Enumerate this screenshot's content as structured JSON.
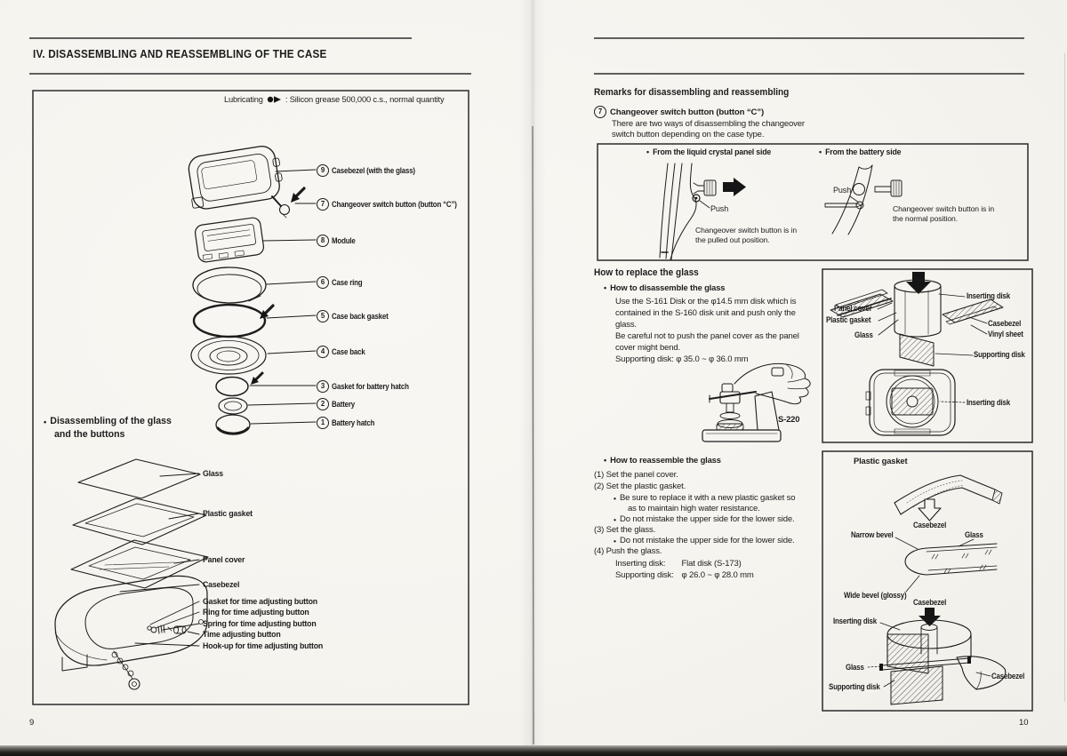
{
  "glyphs": {
    "bullet": "•"
  },
  "left_page": {
    "page_number": "9",
    "title": "IV. DISASSEMBLING AND REASSEMBLING OF THE CASE",
    "lubricating_label": "Lubricating",
    "lubricating_text": ":  Silicon grease 500,000 c.s., normal quantity",
    "exploded_parts": [
      {
        "num": "9",
        "label": "Casebezel (with the glass)"
      },
      {
        "num": "7",
        "label": "Changeover switch button (button “C”)"
      },
      {
        "num": "8",
        "label": "Module"
      },
      {
        "num": "6",
        "label": "Case ring"
      },
      {
        "num": "5",
        "label": "Case back gasket"
      },
      {
        "num": "4",
        "label": "Case back"
      },
      {
        "num": "3",
        "label": "Gasket for battery hatch"
      },
      {
        "num": "2",
        "label": "Battery"
      },
      {
        "num": "1",
        "label": "Battery hatch"
      }
    ],
    "glass_section": {
      "heading_line1": "Disassembling of the glass",
      "heading_line2": "and the buttons",
      "labels": [
        "Glass",
        "Plastic gasket",
        "Panel cover",
        "Casebezel",
        "Gasket for time adjusting button",
        "Ring for time adjusting button",
        "Spring for time adjusting button",
        "Time adjusting button",
        "Hook-up for time adjusting button"
      ]
    }
  },
  "right_page": {
    "page_number": "10",
    "remarks": {
      "heading": "Remarks for disassembling and reassembling",
      "item_num": "7",
      "item_title": "Changeover switch button (button “C”)",
      "body_line1": "There are two ways of disassembling the changeover",
      "body_line2": "switch button depending on the case type.",
      "panel_side_title": "From the liquid crystal panel side",
      "battery_side_title": "From the battery side",
      "push_left": "Push",
      "push_right": "Push",
      "caption_left_1": "Changeover switch button is in",
      "caption_left_2": "the pulled out position.",
      "caption_right_1": "Changeover switch button is in",
      "caption_right_2": "the normal position."
    },
    "replace_glass": {
      "heading": "How to replace the glass",
      "disassemble_heading": "How to disassemble the glass",
      "disassemble_lines": [
        "Use the S-161 Disk or the φ14.5 mm disk which is",
        "contained in the S-160 disk unit and push only the",
        "glass.",
        "Be careful not to push the panel cover as the panel",
        "cover might bend.",
        "Supporting disk:  φ 35.0 ~ φ 36.0 mm"
      ],
      "tool_label": "S-220",
      "reassemble_heading": "How to reassemble the glass",
      "steps": [
        "(1)  Set the panel cover.",
        "(2)  Set the plastic gasket.",
        "Be sure to replace it with a new plastic gasket so",
        "as to maintain high water resistance.",
        "Do not mistake the upper side for the lower side.",
        "(3)  Set the glass.",
        "Do not mistake the upper side for the lower side.",
        "(4)  Push the glass."
      ],
      "disk_specs": [
        {
          "label": "Inserting disk:",
          "value": "Flat disk (S-173)"
        },
        {
          "label": "Supporting disk:",
          "value": "φ 26.0 ~ φ 28.0 mm"
        }
      ]
    },
    "figure_top": {
      "inserting_disk_top": "Inserting disk",
      "panel_cover": "Panel cover",
      "plastic_gasket": "Plastic gasket",
      "glass": "Glass",
      "casebezel": "Casebezel",
      "vinyl_sheet": "Vinyl sheet",
      "supporting_disk": "Supporting disk",
      "inserting_disk_bottom": "Inserting disk"
    },
    "figure_bottom": {
      "title": "Plastic gasket",
      "casebezel_upper": "Casebezel",
      "narrow_bevel": "Narrow bevel",
      "glass_upper": "Glass",
      "wide_bevel": "Wide bevel (glossy)",
      "casebezel_mid": "Casebezel",
      "inserting_disk": "Inserting disk",
      "glass_lower": "Glass",
      "casebezel_lower": "Casebezel",
      "supporting_disk": "Supporting disk"
    }
  }
}
